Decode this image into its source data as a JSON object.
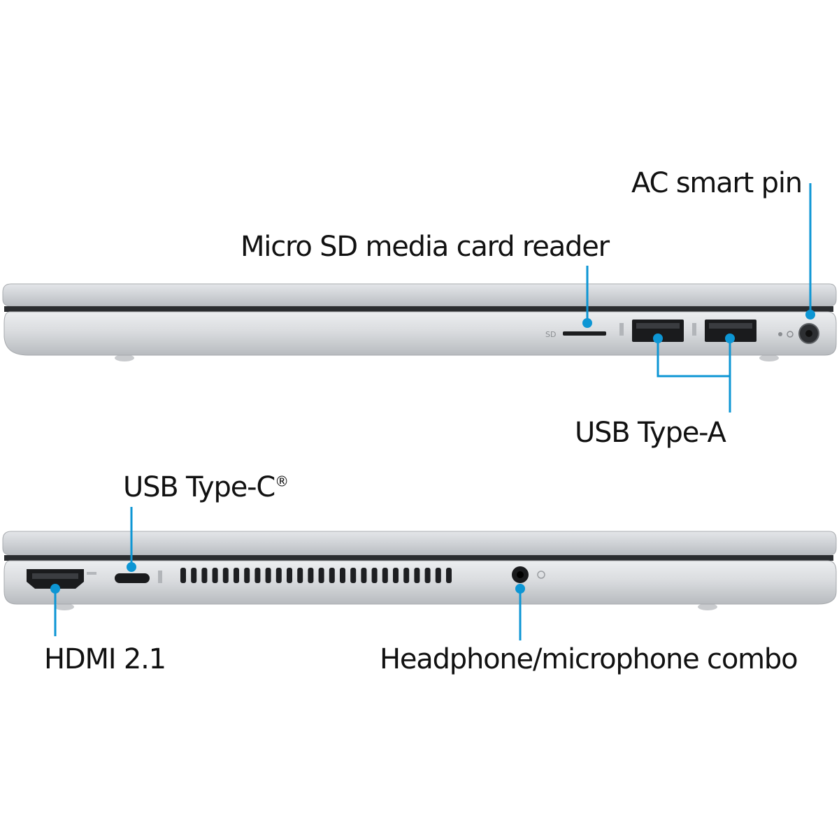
{
  "callout_color": "#0d96d4",
  "labels": {
    "ac_smart_pin": "AC smart pin",
    "micro_sd": "Micro SD media card reader",
    "usb_type_a": "USB Type-A",
    "usb_type_c": "USB Type-C",
    "usb_type_c_mark": "®",
    "hdmi": "HDMI 2.1",
    "headphone_combo": "Headphone/microphone combo"
  },
  "port_marks": {
    "sd": "SD"
  },
  "icons": [
    "sd-card-slot-icon",
    "usb-a-port-icon",
    "usb-c-port-icon",
    "hdmi-port-icon",
    "audio-jack-icon",
    "power-jack-icon",
    "vent-grille-icon"
  ]
}
